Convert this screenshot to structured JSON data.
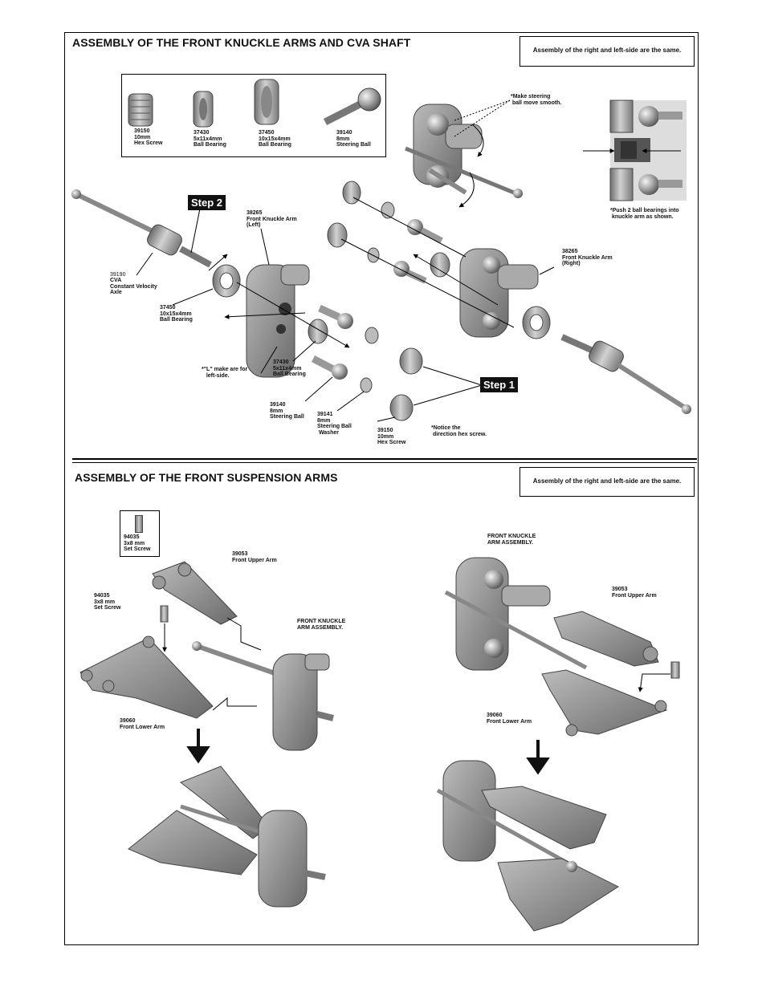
{
  "section1": {
    "title": "ASSEMBLY OF THE FRONT KNUCKLE  ARMS AND CVA  SHAFT",
    "note": "Assembly of the right and left-side are the same.",
    "parts": [
      {
        "num": "39150",
        "desc": "10mm\nHex Screw"
      },
      {
        "num": "37430",
        "desc": "5x11x4mm\nBall Bearing"
      },
      {
        "num": "37450",
        "desc": "10x15x4mm\nBall Bearing"
      },
      {
        "num": "39140",
        "desc": "8mm\nSteering Ball"
      }
    ],
    "steps": {
      "step2": "Step 2",
      "step1": "Step 1"
    },
    "labels": {
      "smooth": "*Make steering\n ball move smooth.",
      "push": "*Push 2 ball bearings into\n knuckle arm as shown.",
      "knuckle_left": "38265\nFront Knuckle Arm\n(Left)",
      "knuckle_right": "38265\nFront Knuckle Arm\n(Right)",
      "cva": "CVA\nConstant Velocity\nAxle",
      "cva_num": "39190",
      "bearing_large": "37450\n10x15x4mm\nBall Bearing",
      "bearing_small": "37430\n5x11x4mm\nBall Bearing",
      "l_mark": "*\"L\" make are for\n   left-side.",
      "steering_ball": "39140\n8mm\nSteering Ball",
      "washer": "39141\n8mm\nSteering Ball\n Washer",
      "hex_screw": "39150\n10mm\nHex Screw",
      "notice": "*Notice the\n direction hex screw."
    }
  },
  "section2": {
    "title": "ASSEMBLY OF THE FRONT SUSPENSION ARMS",
    "note": "Assembly of the right and left-side are the same.",
    "labels": {
      "set_screw_box": "94035\n3x8 mm\nSet Screw",
      "set_screw": "94035\n3x8 mm\nSet Screw",
      "upper_left": "39053\nFront Upper Arm",
      "knuckle_asm_left": "FRONT KNUCKLE\nARM ASSEMBLY.",
      "lower_left": "39060\nFront Lower Arm",
      "knuckle_asm_right": "FRONT KNUCKLE\nARM ASSEMBLY.",
      "upper_right": "39053\nFront Upper Arm",
      "lower_right": "39060\nFront Lower Arm"
    }
  }
}
